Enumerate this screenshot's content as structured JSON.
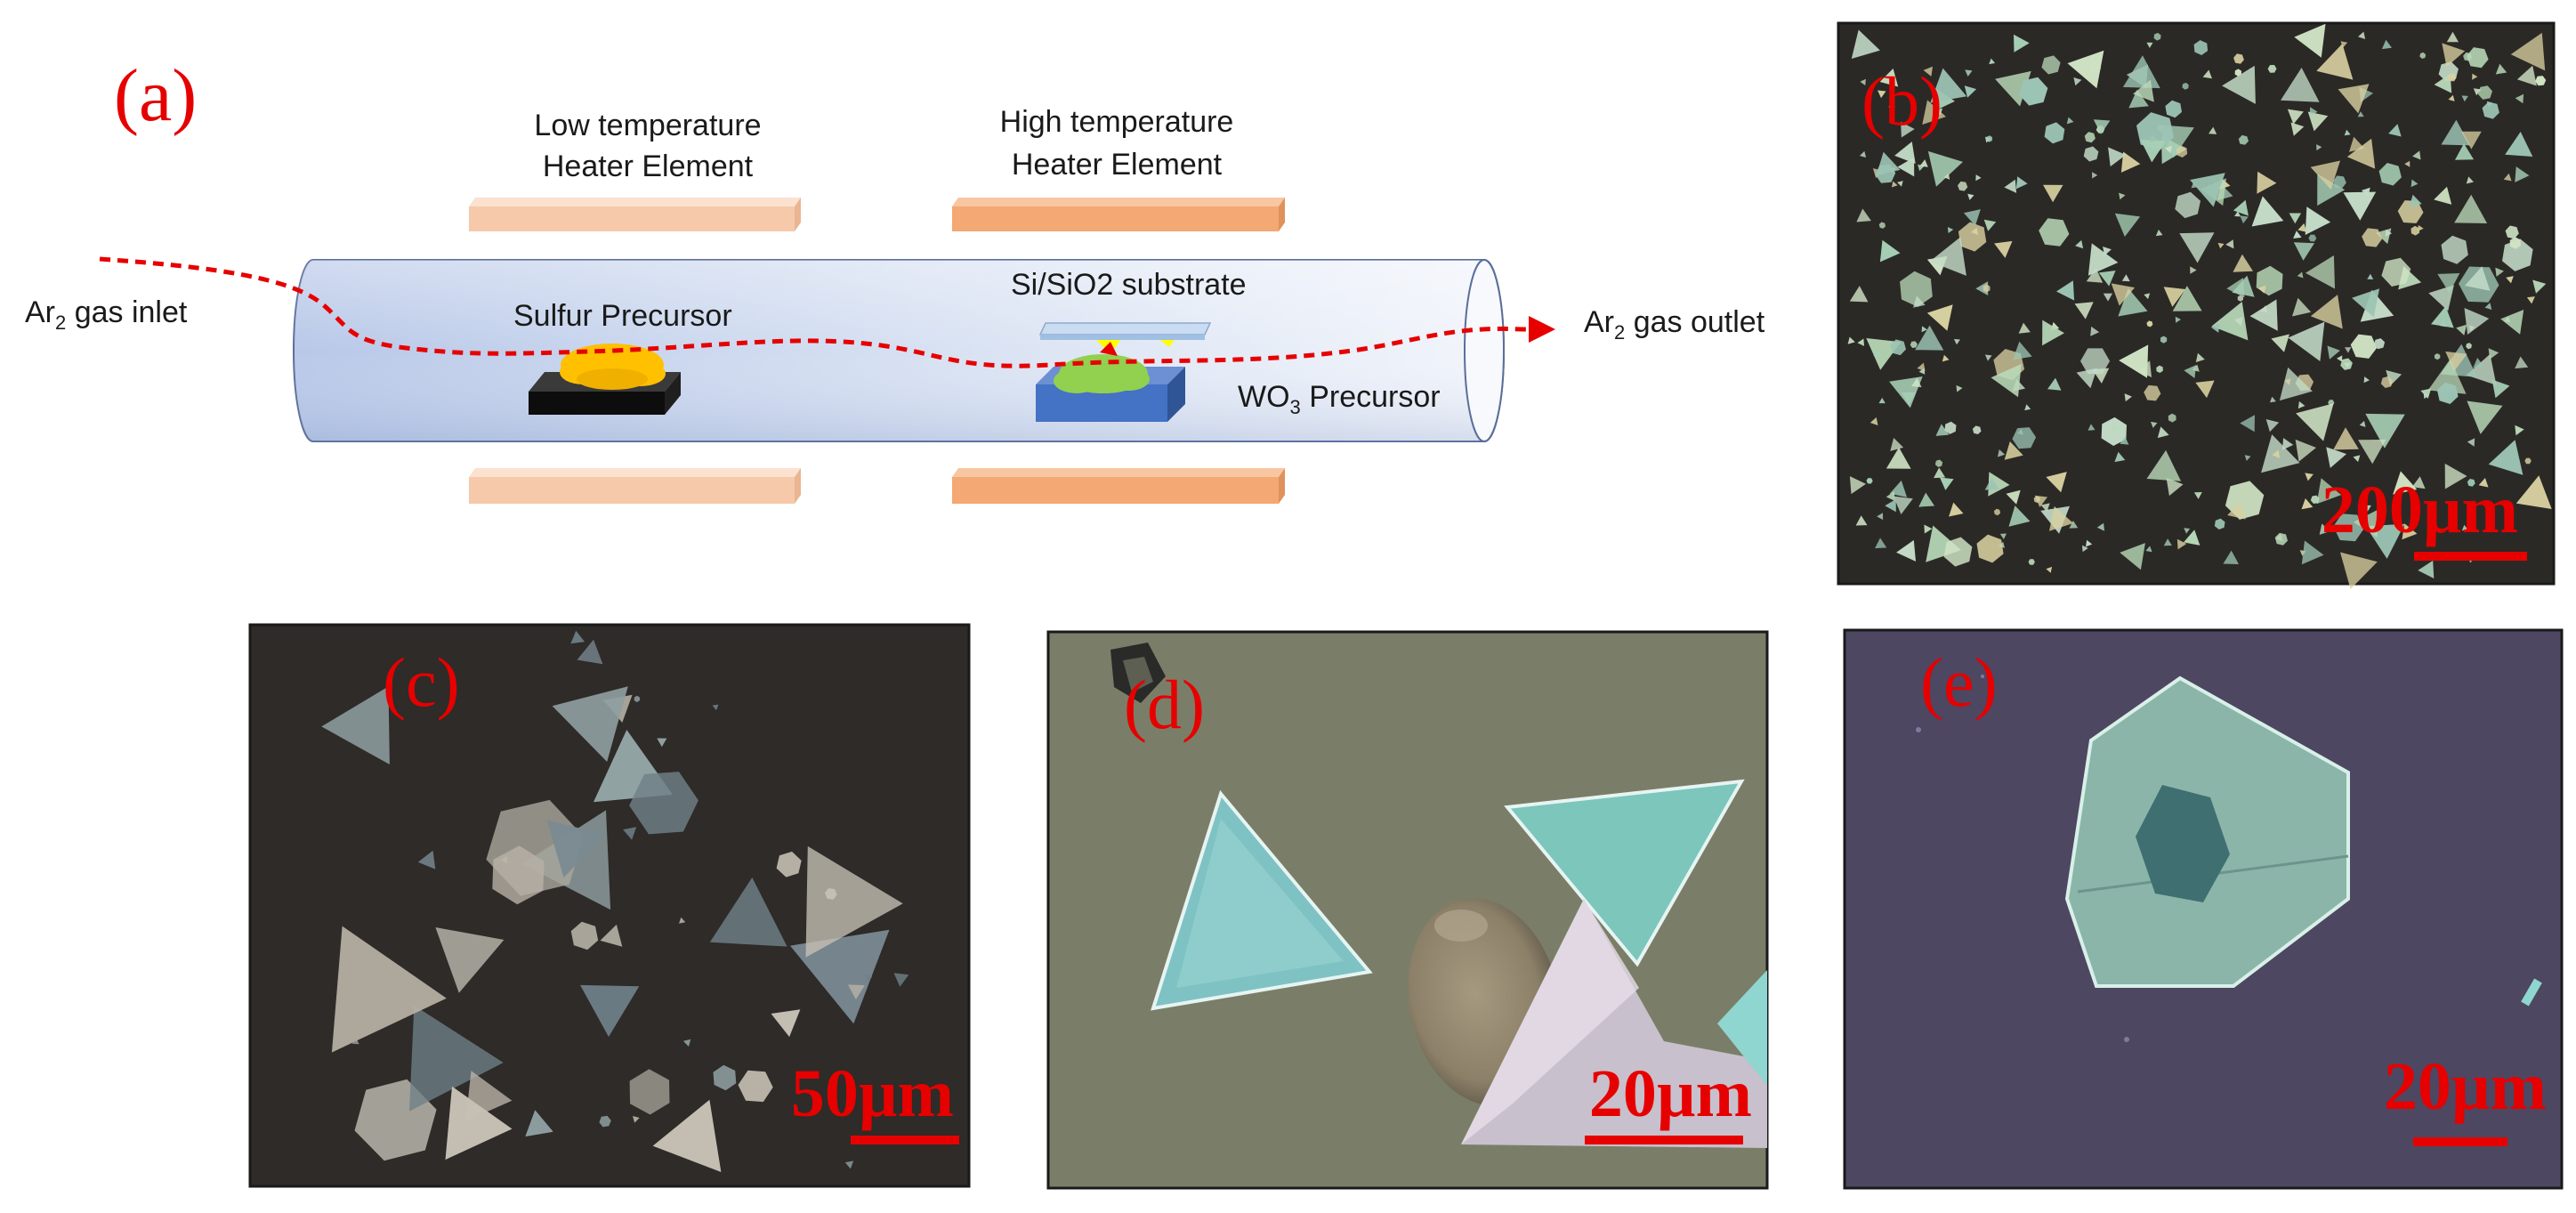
{
  "panels": {
    "a": "(a)",
    "b": "(b)",
    "c": "(c)",
    "d": "(d)",
    "e": "(e)"
  },
  "schematic": {
    "low_temp_line1": "Low temperature",
    "low_temp_line2": "Heater Element",
    "high_temp_line1": "High temperature",
    "high_temp_line2": "Heater Element",
    "inlet_prefix": "Ar",
    "inlet_sub": "2",
    "inlet_suffix": " gas inlet",
    "outlet_prefix": "Ar",
    "outlet_sub": "2",
    "outlet_suffix": " gas outlet",
    "substrate": "Si/SiO2 substrate",
    "sulfur": "Sulfur Precursor",
    "wo3_prefix": "WO",
    "wo3_sub": "3",
    "wo3_suffix": " Precursor"
  },
  "scale_bars": {
    "b": "200µm",
    "c": "50µm",
    "d": "20µm",
    "e": "20µm"
  },
  "colors": {
    "annotation_red": "#e60000",
    "heater_low": "#f6c9aa",
    "heater_high": "#f4a873",
    "sulfur": "#ffc000",
    "wo3": "#92d050",
    "boat_wo3": "#4472c4"
  }
}
